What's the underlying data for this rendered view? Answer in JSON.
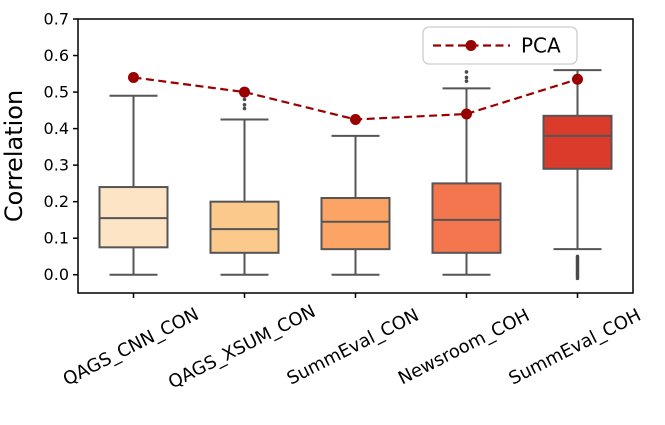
{
  "figure": {
    "background": "#ffffff",
    "axis_color": "#000000",
    "box_edge_color": "#555555",
    "flier_color": "#4a4a4a"
  },
  "chart_data": {
    "type": "box",
    "title": "",
    "xlabel": "",
    "ylabel": "Correlation",
    "ylim": [
      -0.05,
      0.7
    ],
    "yticks": [
      0.0,
      0.1,
      0.2,
      0.3,
      0.4,
      0.5,
      0.6,
      0.7
    ],
    "grid": false,
    "categories": [
      "QAGS_CNN_CON",
      "QAGS_XSUM_CON",
      "SummEval_CON",
      "Newsroom_COH",
      "SummEval_COH"
    ],
    "boxes": [
      {
        "category": "QAGS_CNN_CON",
        "whisker_low": 0.0,
        "q1": 0.075,
        "median": 0.155,
        "q3": 0.24,
        "whisker_high": 0.49,
        "fliers": [],
        "fill_color": "#fce4c4"
      },
      {
        "category": "QAGS_XSUM_CON",
        "whisker_low": 0.0,
        "q1": 0.06,
        "median": 0.125,
        "q3": 0.2,
        "whisker_high": 0.425,
        "fliers": [
          0.455,
          0.465,
          0.48
        ],
        "fill_color": "#fbc98c"
      },
      {
        "category": "SummEval_CON",
        "whisker_low": 0.0,
        "q1": 0.07,
        "median": 0.145,
        "q3": 0.21,
        "whisker_high": 0.38,
        "fliers": [],
        "fill_color": "#fba465"
      },
      {
        "category": "Newsroom_COH",
        "whisker_low": 0.0,
        "q1": 0.06,
        "median": 0.15,
        "q3": 0.25,
        "whisker_high": 0.51,
        "fliers": [
          0.53,
          0.54,
          0.555
        ],
        "fill_color": "#f4764e"
      },
      {
        "category": "SummEval_COH",
        "whisker_low": 0.07,
        "q1": 0.29,
        "median": 0.38,
        "q3": 0.435,
        "whisker_high": 0.56,
        "fliers": [
          0.05,
          0.045,
          0.04,
          0.035,
          0.03,
          0.025,
          0.02,
          0.015,
          0.01,
          0.005,
          0.0,
          -0.005,
          -0.01
        ],
        "fill_color": "#da3b2b"
      }
    ],
    "line_series": {
      "name": "PCA",
      "values": [
        0.54,
        0.5,
        0.425,
        0.44,
        0.535
      ],
      "color": "#990000",
      "style": "dashed",
      "marker": "circle"
    },
    "legend": {
      "label": "PCA",
      "position": "upper right"
    }
  }
}
